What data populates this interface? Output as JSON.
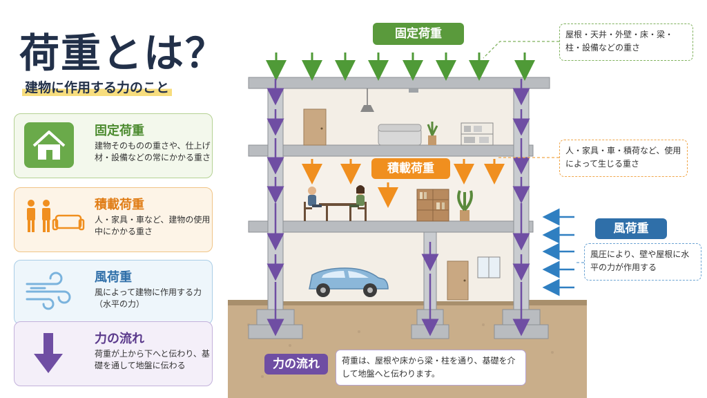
{
  "title": "荷重とは？",
  "subtitle": "建物に作用する力のこと",
  "cards": [
    {
      "title": "固定荷重",
      "desc": "建物そのものの重さや、仕上げ材・設備などの常にかかる重さ",
      "icon": "house-icon",
      "color": "#5a9a3c"
    },
    {
      "title": "積載荷重",
      "desc": "人・家具・車など、建物の使用中にかかる重さ",
      "icon": "people-sofa-icon",
      "color": "#f08f1f"
    },
    {
      "title": "風荷重",
      "desc": "風によって建物に作用する力（水平の力）",
      "icon": "wind-icon",
      "color": "#2f6fa9"
    },
    {
      "title": "力の流れ",
      "desc": "荷重が上から下へと伝わり、基礎を通して地盤に伝わる",
      "icon": "down-arrow-icon",
      "color": "#6f4ea3"
    }
  ],
  "diagram": {
    "fixed_label": "固定荷重",
    "fixed_note": "屋根・天井・外壁・床・梁・柱・設備などの重さ",
    "live_label": "積載荷重",
    "live_note": "人・家具・車・積荷など、使用によって生じる重さ",
    "wind_label": "風荷重",
    "wind_note": "風圧により、壁や屋根に水平の力が作用する",
    "flow_label": "力の流れ",
    "flow_note": "荷重は、屋根や床から梁・柱を通り、基礎を介して地盤へと伝わります。"
  }
}
